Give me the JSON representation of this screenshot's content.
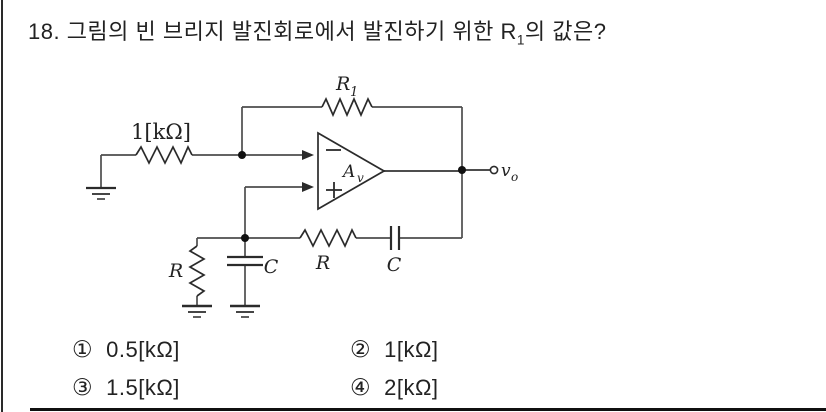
{
  "question": {
    "text_before": "18. 그림의 빈 브리지 발진회로에서 발진하기 위한 ",
    "r_symbol": "R",
    "r_subscript": "1",
    "text_after": "의 값은?"
  },
  "circuit": {
    "labels": {
      "feedback_resistor": {
        "main": "R",
        "sub": "1"
      },
      "input_resistor": "1[kΩ]",
      "opamp_gain": {
        "main": "A",
        "sub": "v"
      },
      "output_voltage": {
        "main": "v",
        "sub": "o"
      },
      "shunt_resistor": "R",
      "shunt_capacitor": "C",
      "series_resistor": "R",
      "series_capacitor": "C"
    }
  },
  "options": [
    {
      "marker": "①",
      "label": "0.5[kΩ]"
    },
    {
      "marker": "②",
      "label": "1[kΩ]"
    },
    {
      "marker": "③",
      "label": "1.5[kΩ]"
    },
    {
      "marker": "④",
      "label": "2[kΩ]"
    }
  ],
  "colors": {
    "ink": "#222222",
    "wire": "#4d4d4d",
    "component": "#2b2b2b",
    "background": "#ffffff"
  }
}
